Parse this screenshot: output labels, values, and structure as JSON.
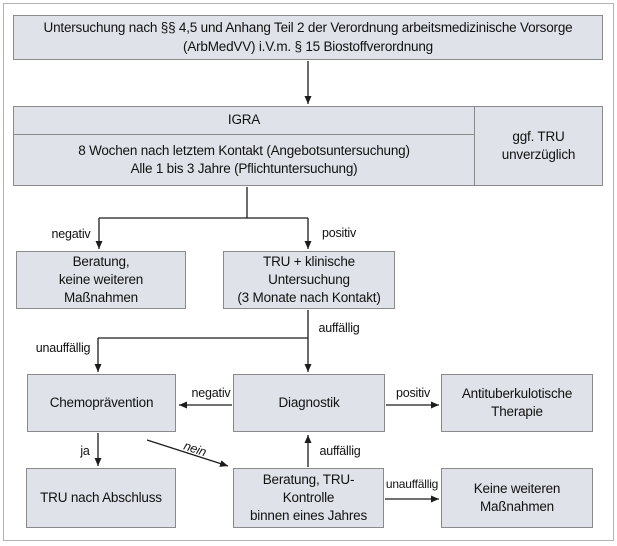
{
  "colors": {
    "box_fill": "#dfe3e9",
    "box_border": "#8a8a8a",
    "line": "#1c1c1c",
    "frame_border": "#b3b3b3",
    "text": "#111111"
  },
  "nodes": {
    "regulation": {
      "lines": [
        "Untersuchung nach §§ 4,5 und Anhang Teil 2 der Verordnung arbeitsmedizinische Vorsorge",
        "(ArbMedVV) i.V.m. § 15 Biostoffverordnung"
      ]
    },
    "igra": {
      "title": "IGRA",
      "details": [
        "8 Wochen nach letztem Kontakt (Angebotsuntersuchung)",
        "Alle 1 bis 3 Jahre (Pflichtuntersuchung)"
      ]
    },
    "tru_note": {
      "lines": [
        "ggf. TRU",
        "unverzüglich"
      ]
    },
    "beratung_keine": {
      "lines": [
        "Beratung,",
        "keine weiteren",
        "Maßnahmen"
      ]
    },
    "tru_klinisch": {
      "lines": [
        "TRU + klinische",
        "Untersuchung",
        "(3 Monate nach Kontakt)"
      ]
    },
    "chemo": {
      "label": "Chemoprävention"
    },
    "diagnostik": {
      "label": "Diagnostik"
    },
    "antitub": {
      "lines": [
        "Antituberkulotische",
        "Therapie"
      ]
    },
    "tru_abschluss": {
      "label": "TRU nach Abschluss"
    },
    "beratung_tru": {
      "lines": [
        "Beratung, TRU-",
        "Kontrolle",
        "binnen eines Jahres"
      ]
    },
    "keine_weiteren": {
      "lines": [
        "Keine weiteren",
        "Maßnahmen"
      ]
    }
  },
  "edges": [
    {
      "from": "regulation",
      "to": "igra",
      "label": ""
    },
    {
      "from": "igra",
      "to": "beratung_keine",
      "label": "negativ"
    },
    {
      "from": "igra",
      "to": "tru_klinisch",
      "label": "positiv"
    },
    {
      "from": "tru_klinisch",
      "to": "diagnostik",
      "label": "auffällig"
    },
    {
      "from": "tru_klinisch",
      "to": "chemo",
      "label": "unauffällig"
    },
    {
      "from": "diagnostik",
      "to": "chemo",
      "label": "negativ"
    },
    {
      "from": "diagnostik",
      "to": "antitub",
      "label": "positiv"
    },
    {
      "from": "chemo",
      "to": "tru_abschluss",
      "label": "ja"
    },
    {
      "from": "chemo",
      "to": "beratung_tru",
      "label": "nein"
    },
    {
      "from": "beratung_tru",
      "to": "diagnostik",
      "label": "auffällig"
    },
    {
      "from": "beratung_tru",
      "to": "keine_weiteren",
      "label": "unauffällig"
    }
  ]
}
